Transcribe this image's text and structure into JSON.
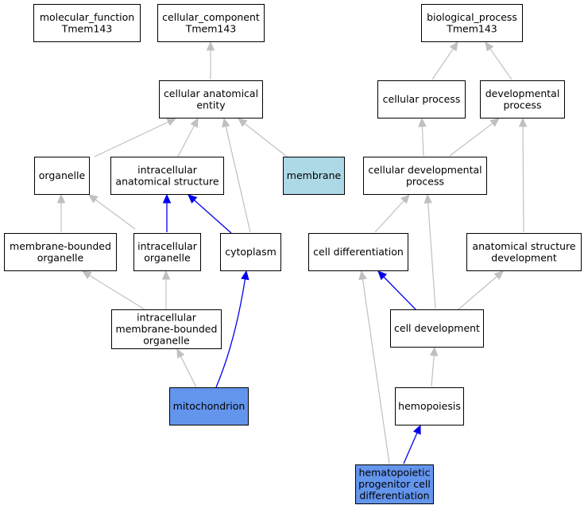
{
  "colors": {
    "default_fill": "#ffffff",
    "membrane_fill": "#add8e6",
    "highlight_fill": "#6495ed",
    "gray_edge": "#c0c0c0",
    "blue_edge": "#0000ee"
  },
  "nodes": [
    {
      "id": "molecular-function",
      "lines": [
        "molecular_function",
        "Tmem143"
      ],
      "fill": "default"
    },
    {
      "id": "cellular-component",
      "lines": [
        "cellular_component",
        "Tmem143"
      ],
      "fill": "default"
    },
    {
      "id": "biological-process",
      "lines": [
        "biological_process",
        "Tmem143"
      ],
      "fill": "default"
    },
    {
      "id": "cellular-anatomical-entity",
      "lines": [
        "cellular anatomical",
        "entity"
      ],
      "fill": "default"
    },
    {
      "id": "cellular-process",
      "lines": [
        "cellular process"
      ],
      "fill": "default"
    },
    {
      "id": "developmental-process",
      "lines": [
        "developmental",
        "process"
      ],
      "fill": "default"
    },
    {
      "id": "organelle",
      "lines": [
        "organelle"
      ],
      "fill": "default"
    },
    {
      "id": "intracellular-anatomical-structure",
      "lines": [
        "intracellular",
        "anatomical structure"
      ],
      "fill": "default"
    },
    {
      "id": "membrane",
      "lines": [
        "membrane"
      ],
      "fill": "membrane"
    },
    {
      "id": "cellular-developmental-process",
      "lines": [
        "cellular developmental",
        "process"
      ],
      "fill": "default"
    },
    {
      "id": "membrane-bounded-organelle",
      "lines": [
        "membrane-bounded",
        "organelle"
      ],
      "fill": "default"
    },
    {
      "id": "intracellular-organelle",
      "lines": [
        "intracellular",
        "organelle"
      ],
      "fill": "default"
    },
    {
      "id": "cytoplasm",
      "lines": [
        "cytoplasm"
      ],
      "fill": "default"
    },
    {
      "id": "cell-differentiation",
      "lines": [
        "cell differentiation"
      ],
      "fill": "default"
    },
    {
      "id": "anatomical-structure-development",
      "lines": [
        "anatomical structure",
        "development"
      ],
      "fill": "default"
    },
    {
      "id": "intracellular-membrane-bounded-organelle",
      "lines": [
        "intracellular",
        "membrane-bounded",
        "organelle"
      ],
      "fill": "default"
    },
    {
      "id": "cell-development",
      "lines": [
        "cell development"
      ],
      "fill": "default"
    },
    {
      "id": "hemopoiesis",
      "lines": [
        "hemopoiesis"
      ],
      "fill": "default"
    },
    {
      "id": "mitochondrion",
      "lines": [
        "mitochondrion"
      ],
      "fill": "highlight"
    },
    {
      "id": "hematopoietic-progenitor-cell-differentiation",
      "lines": [
        "hematopoietic",
        "progenitor cell",
        "differentiation"
      ],
      "fill": "highlight"
    }
  ],
  "edges": [
    {
      "from": "cellular-anatomical-entity",
      "to": "cellular-component",
      "color": "gray"
    },
    {
      "from": "cellular-process",
      "to": "biological-process",
      "color": "gray"
    },
    {
      "from": "developmental-process",
      "to": "biological-process",
      "color": "gray"
    },
    {
      "from": "organelle",
      "to": "cellular-anatomical-entity",
      "color": "gray"
    },
    {
      "from": "intracellular-anatomical-structure",
      "to": "cellular-anatomical-entity",
      "color": "gray"
    },
    {
      "from": "cytoplasm",
      "to": "cellular-anatomical-entity",
      "color": "gray"
    },
    {
      "from": "membrane",
      "to": "cellular-anatomical-entity",
      "color": "gray"
    },
    {
      "from": "cellular-developmental-process",
      "to": "cellular-process",
      "color": "gray"
    },
    {
      "from": "cellular-developmental-process",
      "to": "developmental-process",
      "color": "gray"
    },
    {
      "from": "anatomical-structure-development",
      "to": "developmental-process",
      "color": "gray"
    },
    {
      "from": "membrane-bounded-organelle",
      "to": "organelle",
      "color": "gray"
    },
    {
      "from": "intracellular-organelle",
      "to": "organelle",
      "color": "gray"
    },
    {
      "from": "intracellular-organelle",
      "to": "intracellular-anatomical-structure",
      "color": "blue"
    },
    {
      "from": "cytoplasm",
      "to": "intracellular-anatomical-structure",
      "color": "blue"
    },
    {
      "from": "cell-differentiation",
      "to": "cellular-developmental-process",
      "color": "gray"
    },
    {
      "from": "cell-development",
      "to": "cellular-developmental-process",
      "color": "gray"
    },
    {
      "from": "intracellular-membrane-bounded-organelle",
      "to": "membrane-bounded-organelle",
      "color": "gray"
    },
    {
      "from": "intracellular-membrane-bounded-organelle",
      "to": "intracellular-organelle",
      "color": "gray"
    },
    {
      "from": "cell-development",
      "to": "cell-differentiation",
      "color": "blue"
    },
    {
      "from": "cell-development",
      "to": "anatomical-structure-development",
      "color": "gray"
    },
    {
      "from": "hemopoiesis",
      "to": "cell-development",
      "color": "gray"
    },
    {
      "from": "mitochondrion",
      "to": "intracellular-membrane-bounded-organelle",
      "color": "gray"
    },
    {
      "from": "mitochondrion",
      "to": "cytoplasm",
      "color": "blue"
    },
    {
      "from": "hematopoietic-progenitor-cell-differentiation",
      "to": "cell-differentiation",
      "color": "gray"
    },
    {
      "from": "hematopoietic-progenitor-cell-differentiation",
      "to": "hemopoiesis",
      "color": "blue"
    }
  ]
}
